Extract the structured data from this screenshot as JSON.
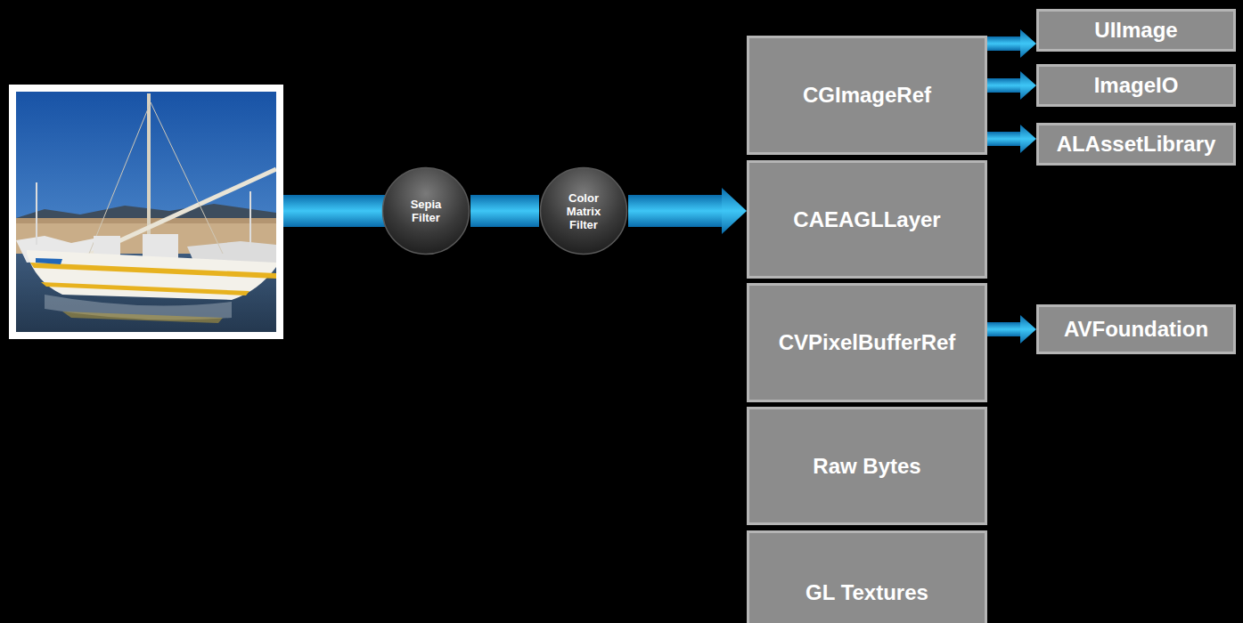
{
  "diagram": {
    "nodes": [
      {
        "text": [
          "Sepia Filter"
        ]
      },
      {
        "text": [
          "Color Matrix Filter"
        ]
      },
      {
        "text": [
          "CGImageRef"
        ]
      },
      {
        "text": [
          "UIImage"
        ]
      },
      {
        "text": [
          "ImageIO"
        ]
      },
      {
        "text": [
          "ALAssetLibrary"
        ]
      },
      {
        "text": [
          "CAEAGLLayer"
        ]
      },
      {
        "text": [
          "CVPixelBufferRef"
        ]
      },
      {
        "text": [
          "AVFoundation"
        ]
      },
      {
        "text": [
          "Raw Bytes"
        ]
      },
      {
        "text": [
          "GL Textures"
        ]
      }
    ],
    "edges": [
      {
        "from": 0,
        "to": 1,
        "arrow": "none"
      },
      {
        "from": 1,
        "to": 6,
        "arrow": "to"
      },
      {
        "from": 2,
        "to": 3,
        "arrow": "to"
      },
      {
        "from": 2,
        "to": 4,
        "arrow": "to"
      },
      {
        "from": 2,
        "to": 5,
        "arrow": "to"
      },
      {
        "from": 7,
        "to": 8,
        "arrow": "to"
      }
    ]
  }
}
